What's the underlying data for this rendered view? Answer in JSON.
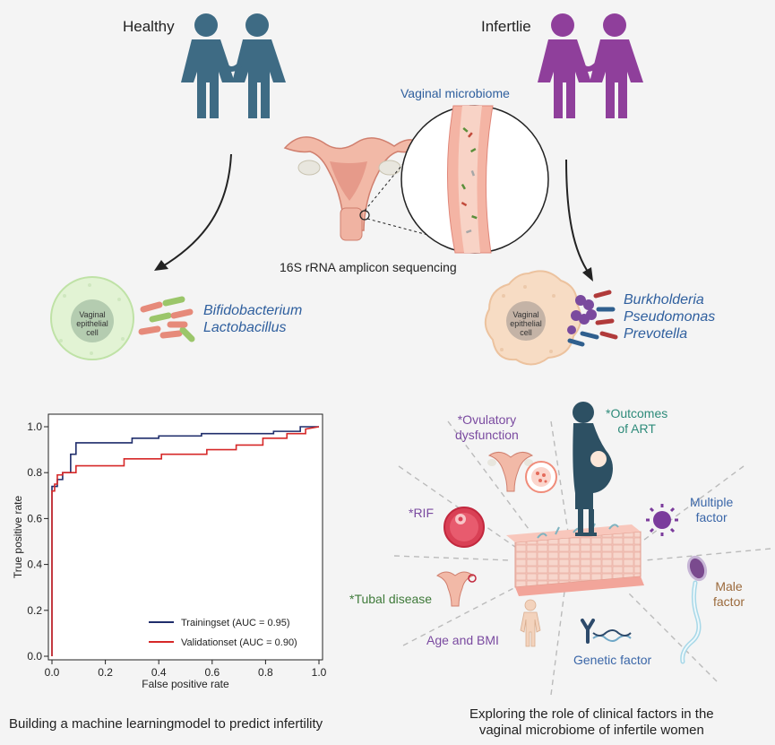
{
  "top": {
    "healthy_label": "Healthy",
    "infertile_label": "Infertlie",
    "microbiome_label": "Vaginal microbiome",
    "sequencing_label": "16S rRNA amplicon sequencing",
    "cell_label": [
      "Vaginal",
      "epithelial",
      "cell"
    ],
    "healthy_bacteria": [
      "Bifidobacterium",
      "Lactobacillus"
    ],
    "infertile_bacteria": [
      "Burkholderia",
      "Pseudomonas",
      "Prevotella"
    ]
  },
  "factors": {
    "ovulatory": [
      "*Ovulatory",
      "dysfunction"
    ],
    "outcomes": [
      "*Outcomes",
      "of ART"
    ],
    "rif": "*RIF",
    "multiple": [
      "Multiple",
      "factor"
    ],
    "tubal": "*Tubal disease",
    "male": [
      "Male",
      "factor"
    ],
    "age_bmi": "Age and BMI",
    "genetic": "Genetic factor",
    "caption": [
      "Exploring the role of clinical factors in the",
      "vaginal microbiome of infertile women"
    ]
  },
  "colors": {
    "healthy_figure": "#3e6b84",
    "infertile_figure": "#8f3f9b",
    "training": "#1f2d6b",
    "validation": "#d62828",
    "purple_text": "#7a4aa0",
    "teal_text": "#2e8b7a",
    "green_text": "#3f7a3a",
    "blue_text": "#3a66a8",
    "brown_text": "#9b6a3c"
  },
  "chart_data": {
    "type": "line",
    "xlabel": "False positive rate",
    "ylabel": "True positive rate",
    "xlim": [
      0,
      1
    ],
    "ylim": [
      0,
      1
    ],
    "xticks": [
      "0.0",
      "0.2",
      "0.4",
      "0.6",
      "0.8",
      "1.0"
    ],
    "yticks": [
      "0.0",
      "0.2",
      "0.4",
      "0.6",
      "0.8",
      "1.0"
    ],
    "legend_position": "bottom-right",
    "series": [
      {
        "name": "Trainingset (AUC = 0.95)",
        "color": "#1f2d6b",
        "x": [
          0,
          0,
          0.02,
          0.02,
          0.04,
          0.04,
          0.07,
          0.07,
          0.09,
          0.09,
          0.3,
          0.3,
          0.4,
          0.4,
          0.56,
          0.56,
          0.83,
          0.83,
          0.93,
          0.93,
          1.0
        ],
        "y": [
          0,
          0.74,
          0.74,
          0.77,
          0.77,
          0.8,
          0.8,
          0.88,
          0.88,
          0.93,
          0.93,
          0.95,
          0.95,
          0.96,
          0.96,
          0.97,
          0.97,
          0.98,
          0.98,
          1.0,
          1.0
        ]
      },
      {
        "name": "Validationset (AUC = 0.90)",
        "color": "#d62828",
        "x": [
          0,
          0,
          0.01,
          0.01,
          0.02,
          0.02,
          0.04,
          0.04,
          0.09,
          0.09,
          0.27,
          0.27,
          0.41,
          0.41,
          0.58,
          0.58,
          0.69,
          0.69,
          0.79,
          0.79,
          0.88,
          0.88,
          0.95,
          0.95,
          1.0
        ],
        "y": [
          0,
          0.72,
          0.72,
          0.75,
          0.75,
          0.79,
          0.79,
          0.8,
          0.8,
          0.83,
          0.83,
          0.86,
          0.86,
          0.88,
          0.88,
          0.9,
          0.9,
          0.92,
          0.92,
          0.95,
          0.95,
          0.97,
          0.97,
          0.99,
          1.0
        ]
      }
    ],
    "caption": "Building a machine learningmodel to predict infertility"
  }
}
